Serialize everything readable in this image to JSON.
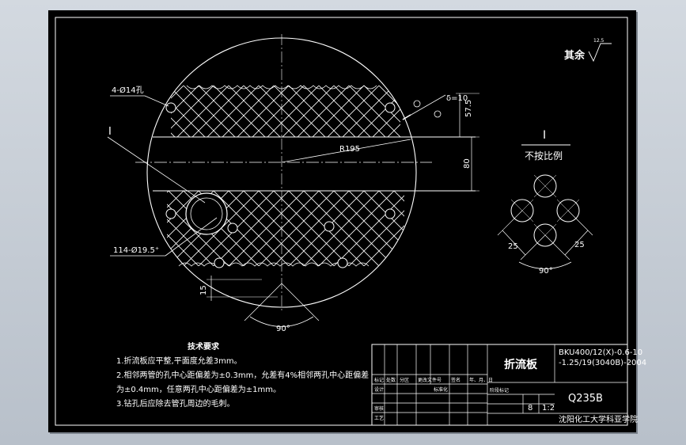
{
  "surface_note": {
    "label": "其余",
    "roughness": "12.5"
  },
  "labels": {
    "hole_callout_top": "4-Ø14孔",
    "section_marker": "I",
    "hole_callout_bottom": "114-Ø19.5⁺",
    "radius": "R195"
  },
  "dimensions": {
    "thickness": "δ=10",
    "offset": "57.5",
    "height": "80",
    "spacing": "15",
    "angle_main": "90°",
    "angle_detail": "90°",
    "pitch_left": "25",
    "pitch_right": "25"
  },
  "detail": {
    "title": "I",
    "scale_note": "不按比例"
  },
  "tech_requirements": {
    "title": "技术要求",
    "lines": [
      "1.折流板应平整,平面度允差3mm。",
      "2.相邻两管的孔中心距偏差为±0.3mm，允差有4%相邻两孔中心距偏差",
      "为±0.4mm，任意两孔中心距偏差为±1mm。",
      "3.钻孔后应除去管孔周边的毛刺。"
    ]
  },
  "title_block": {
    "part_name": "折流板",
    "drawing_no_line1": "BKU400/12(X)-0.6-10",
    "drawing_no_line2": "-1.25/19(3040B)-2004",
    "material": "Q235B",
    "quantity": "8",
    "scale": "1:2",
    "school": "沈阳化工大学科亚学院",
    "row_labels": [
      "标记",
      "设计",
      "审核",
      "工艺"
    ],
    "col_labels": [
      "处数",
      "分区",
      "更改文件号",
      "签名",
      "年、月、日",
      "标准化"
    ],
    "stage_label": "阶段标记"
  }
}
